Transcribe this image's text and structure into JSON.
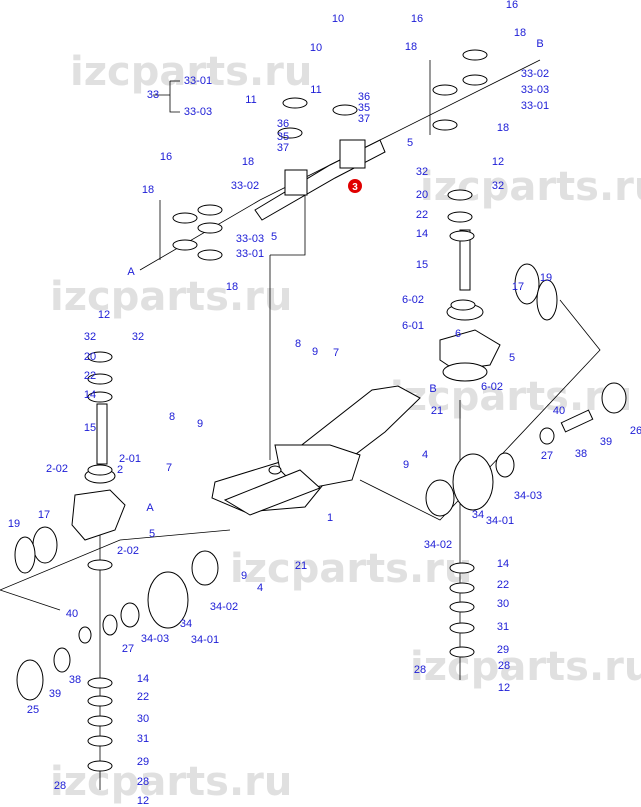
{
  "title": "Front axle parts diagram",
  "watermark": "izcparts.ru",
  "callout": {
    "number": "3",
    "color": "#e00000"
  },
  "label_color": "#1c1cd6",
  "labels": [
    "16",
    "16",
    "18",
    "18",
    "B",
    "33-02",
    "33-03",
    "33-01",
    "18",
    "10",
    "10",
    "11",
    "11",
    "36",
    "35",
    "37",
    "36",
    "35",
    "37",
    "5",
    "33",
    "33-01",
    "33-03",
    "16",
    "18",
    "33-02",
    "18",
    "33-03",
    "5",
    "33-01",
    "A",
    "18",
    "32",
    "12",
    "32",
    "20",
    "22",
    "14",
    "15",
    "6-02",
    "17",
    "19",
    "6-01",
    "6",
    "5",
    "B",
    "6-02",
    "21",
    "8",
    "9",
    "7",
    "40",
    "26",
    "39",
    "38",
    "27",
    "9",
    "4",
    "34-03",
    "34",
    "34-01",
    "34-02",
    "14",
    "22",
    "30",
    "31",
    "29",
    "28",
    "28",
    "12",
    "12",
    "32",
    "32",
    "20",
    "22",
    "14",
    "15",
    "2-01",
    "2-02",
    "2",
    "A",
    "5",
    "2-02",
    "19",
    "17",
    "8",
    "9",
    "7",
    "1",
    "9",
    "4",
    "21",
    "40",
    "38",
    "39",
    "25",
    "27",
    "34-03",
    "34",
    "34-01",
    "34-02",
    "14",
    "22",
    "30",
    "31",
    "29",
    "28",
    "28",
    "12"
  ]
}
